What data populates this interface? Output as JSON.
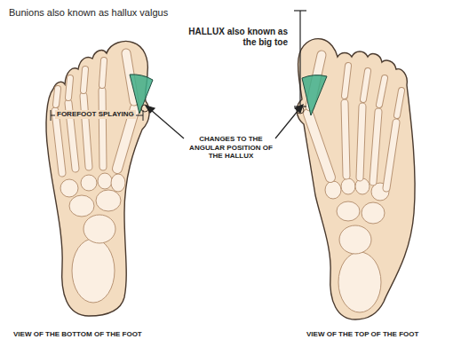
{
  "diagram": {
    "title": "Bunions also known as hallux valgus",
    "labels": [
      "HALLUX also known as the big toe",
      "FOREFOOT SPLAYING",
      "CHANGES TO THE ANGULAR POSITION OF THE HALLUX",
      "VIEW OF THE BOTTOM OF THE FOOT",
      "VIEW OF THE TOP OF THE FOOT"
    ]
  }
}
